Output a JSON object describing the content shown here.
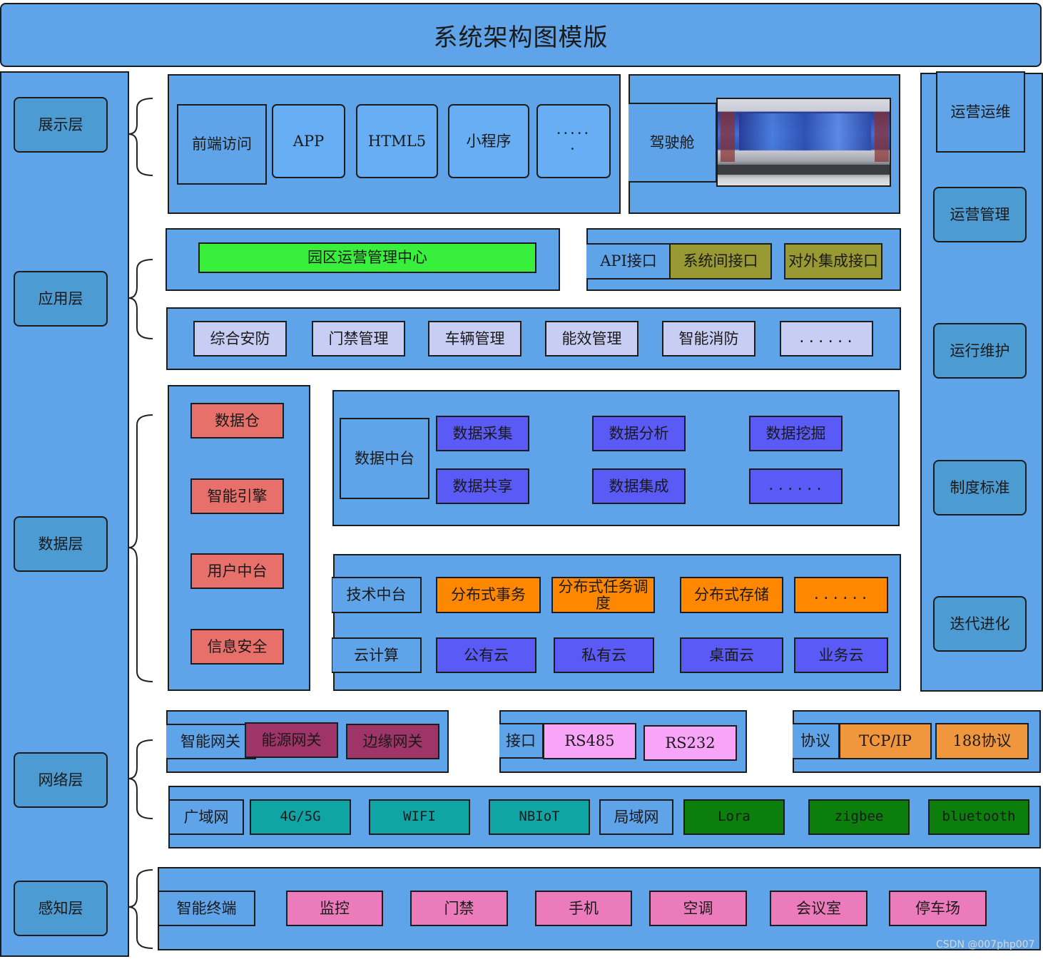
{
  "title": "系统架构图模版",
  "layers": [
    "展示层",
    "应用层",
    "数据层",
    "网络层",
    "感知层"
  ],
  "presentation": {
    "items": [
      "前端访问",
      "APP",
      "HTML5",
      "小程序",
      "·····\n·"
    ],
    "cockpit": "驾驶舱",
    "cockpit_image": "control-room-photo"
  },
  "application": {
    "center": "园区运营管理中心",
    "interfaces": [
      "API接口",
      "系统间接口",
      "对外集成接口"
    ],
    "modules": [
      "综合安防",
      "门禁管理",
      "车辆管理",
      "能效管理",
      "智能消防",
      "......"
    ]
  },
  "data": {
    "left": [
      "数据仓",
      "智能引擎",
      "用户中台",
      "信息安全"
    ],
    "data_platform": {
      "label": "数据中台",
      "items": [
        "数据采集",
        "数据分析",
        "数据挖掘",
        "数据共享",
        "数据集成",
        "......"
      ]
    },
    "tech_platform": {
      "label": "技术中台",
      "items": [
        "分布式事务",
        "分布式任务调度",
        "分布式存储",
        "......"
      ]
    },
    "cloud": {
      "label": "云计算",
      "items": [
        "公有云",
        "私有云",
        "桌面云",
        "业务云"
      ]
    }
  },
  "network": {
    "gateway": {
      "label": "智能网关",
      "items": [
        "能源网关",
        "边缘网关"
      ]
    },
    "interface": {
      "label": "接口",
      "items": [
        "RS485",
        "RS232"
      ]
    },
    "protocol": {
      "label": "协议",
      "items": [
        "TCP/IP",
        "188协议"
      ]
    },
    "wan": {
      "label": "广域网",
      "items": [
        "4G/5G",
        "WIFI",
        "NBIoT"
      ]
    },
    "lan": {
      "label": "局域网",
      "items": [
        "Lora",
        "zigbee",
        "bluetooth"
      ]
    }
  },
  "perception": {
    "label": "智能终端",
    "items": [
      "监控",
      "门禁",
      "手机",
      "空调",
      "会议室",
      "停车场"
    ]
  },
  "operations": [
    "运营运维",
    "运营管理",
    "运行维护",
    "制度标准",
    "迭代进化"
  ],
  "watermark": "CSDN @007php007"
}
